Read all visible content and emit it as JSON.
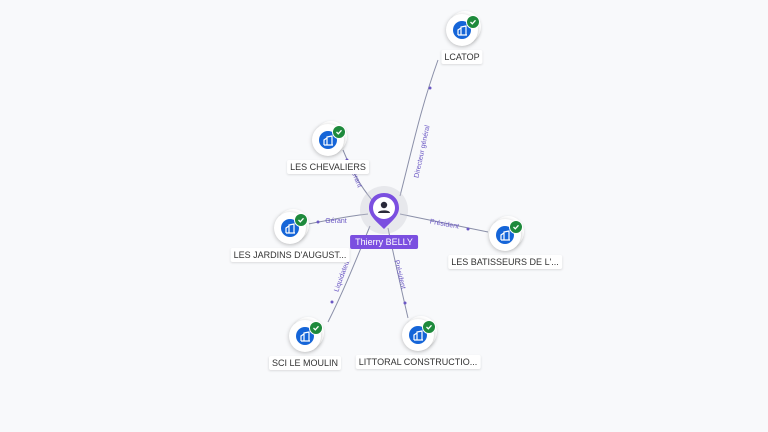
{
  "center": {
    "name": "Thierry BELLY",
    "icon": "person-icon"
  },
  "companies": [
    {
      "label": "LCATOP",
      "icon": "building-icon",
      "verified": true
    },
    {
      "label": "LES CHEVALIERS",
      "icon": "building-icon",
      "verified": true
    },
    {
      "label": "LES JARDINS D'AUGUST...",
      "icon": "building-icon",
      "verified": true
    },
    {
      "label": "LES BATISSEURS DE L'...",
      "icon": "building-icon",
      "verified": true
    },
    {
      "label": "SCI LE MOULIN",
      "icon": "building-icon",
      "verified": true
    },
    {
      "label": "LITTORAL CONSTRUCTIO...",
      "icon": "building-icon",
      "verified": true
    }
  ],
  "edges": [
    {
      "role": "Directeur général"
    },
    {
      "role": "Gérant"
    },
    {
      "role": "Gérant"
    },
    {
      "role": "Président"
    },
    {
      "role": "Liquidateur"
    },
    {
      "role": "Président"
    }
  ],
  "colors": {
    "accent": "#7b4fe0",
    "icon_blue": "#1565d8",
    "verified_green": "#1e8a3c",
    "edge": "#8a8fa8"
  }
}
